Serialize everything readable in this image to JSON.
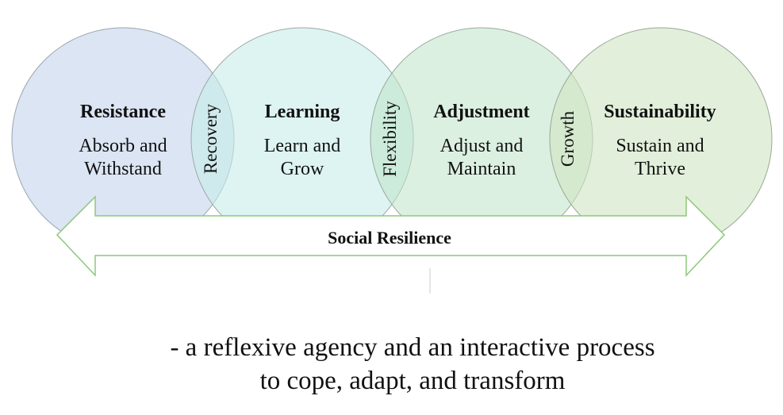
{
  "stages": [
    {
      "title": "Resistance",
      "line1": "Absorb and",
      "line2": "Withstand",
      "color": "#dce5f3"
    },
    {
      "title": "Learning",
      "line1": "Learn and",
      "line2": "Grow",
      "color": "#dbf2ee"
    },
    {
      "title": "Adjustment",
      "line1": "Adjust and",
      "line2": "Maintain",
      "color": "#dbefe0"
    },
    {
      "title": "Sustainability",
      "line1": "Sustain and",
      "line2": "Thrive",
      "color": "#e1eedb"
    }
  ],
  "overlaps": [
    "Recovery",
    "Flexibility",
    "Growth"
  ],
  "arrow": {
    "label": "Social Resilience",
    "color": "#8cc87a"
  },
  "caption": {
    "line1": "- a reflexive agency and an interactive process",
    "line2": "to cope, adapt, and transform"
  }
}
